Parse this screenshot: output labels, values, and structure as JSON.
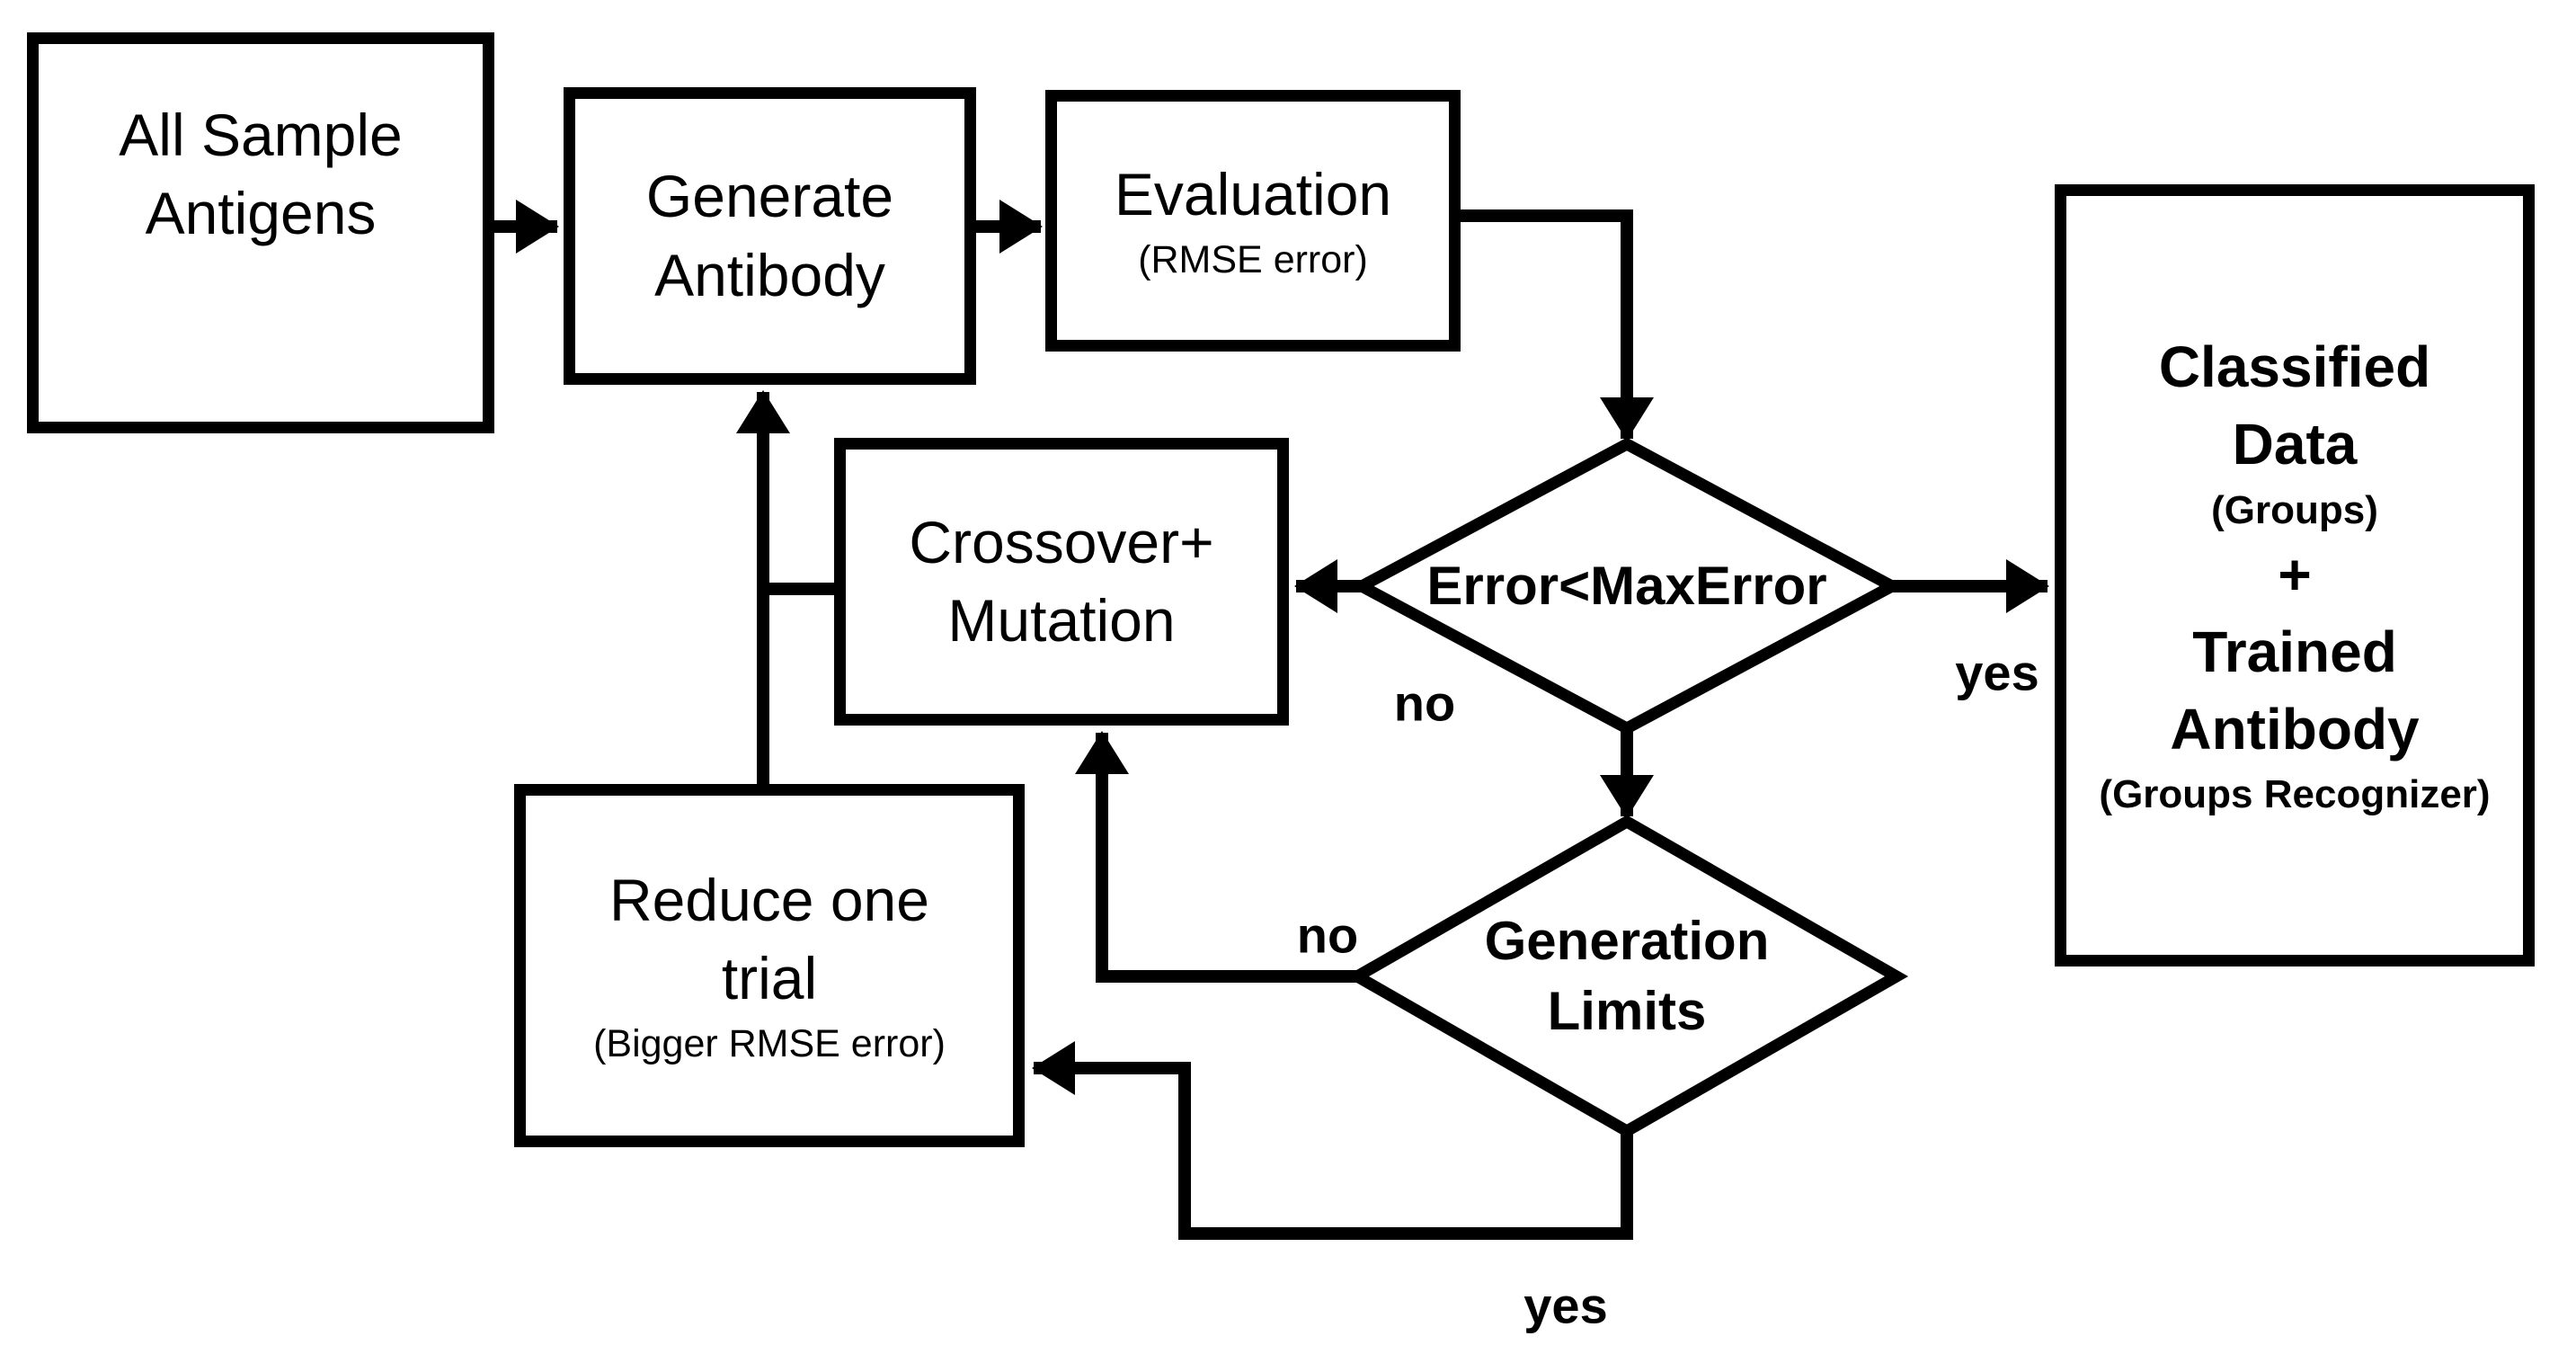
{
  "figure": {
    "type": "flowchart",
    "background": "#ffffff",
    "stroke_color": "#000000",
    "nodes": {
      "all_sample_antigens": {
        "line1": "All Sample",
        "line2": "Antigens"
      },
      "generate_antibody": {
        "line1": "Generate",
        "line2": "Antibody"
      },
      "evaluation": {
        "title": "Evaluation",
        "subtitle": "(RMSE error)"
      },
      "error_decision": {
        "label": "Error<MaxError"
      },
      "crossover_mutation": {
        "line1": "Crossover+",
        "line2": "Mutation"
      },
      "generation_limits": {
        "line1": "Generation",
        "line2": "Limits"
      },
      "reduce_one_trial": {
        "line1": "Reduce one",
        "line2": "trial",
        "subtitle": "(Bigger RMSE error)"
      },
      "classified_data": {
        "line1": "Classified",
        "line2": "Data",
        "line3": "(Groups)",
        "line4": "+",
        "line5": "Trained",
        "line6": "Antibody",
        "line7": "(Groups Recognizer)"
      }
    },
    "edge_labels": {
      "error_no": "no",
      "error_yes": "yes",
      "generation_no": "no",
      "generation_yes": "yes"
    }
  }
}
